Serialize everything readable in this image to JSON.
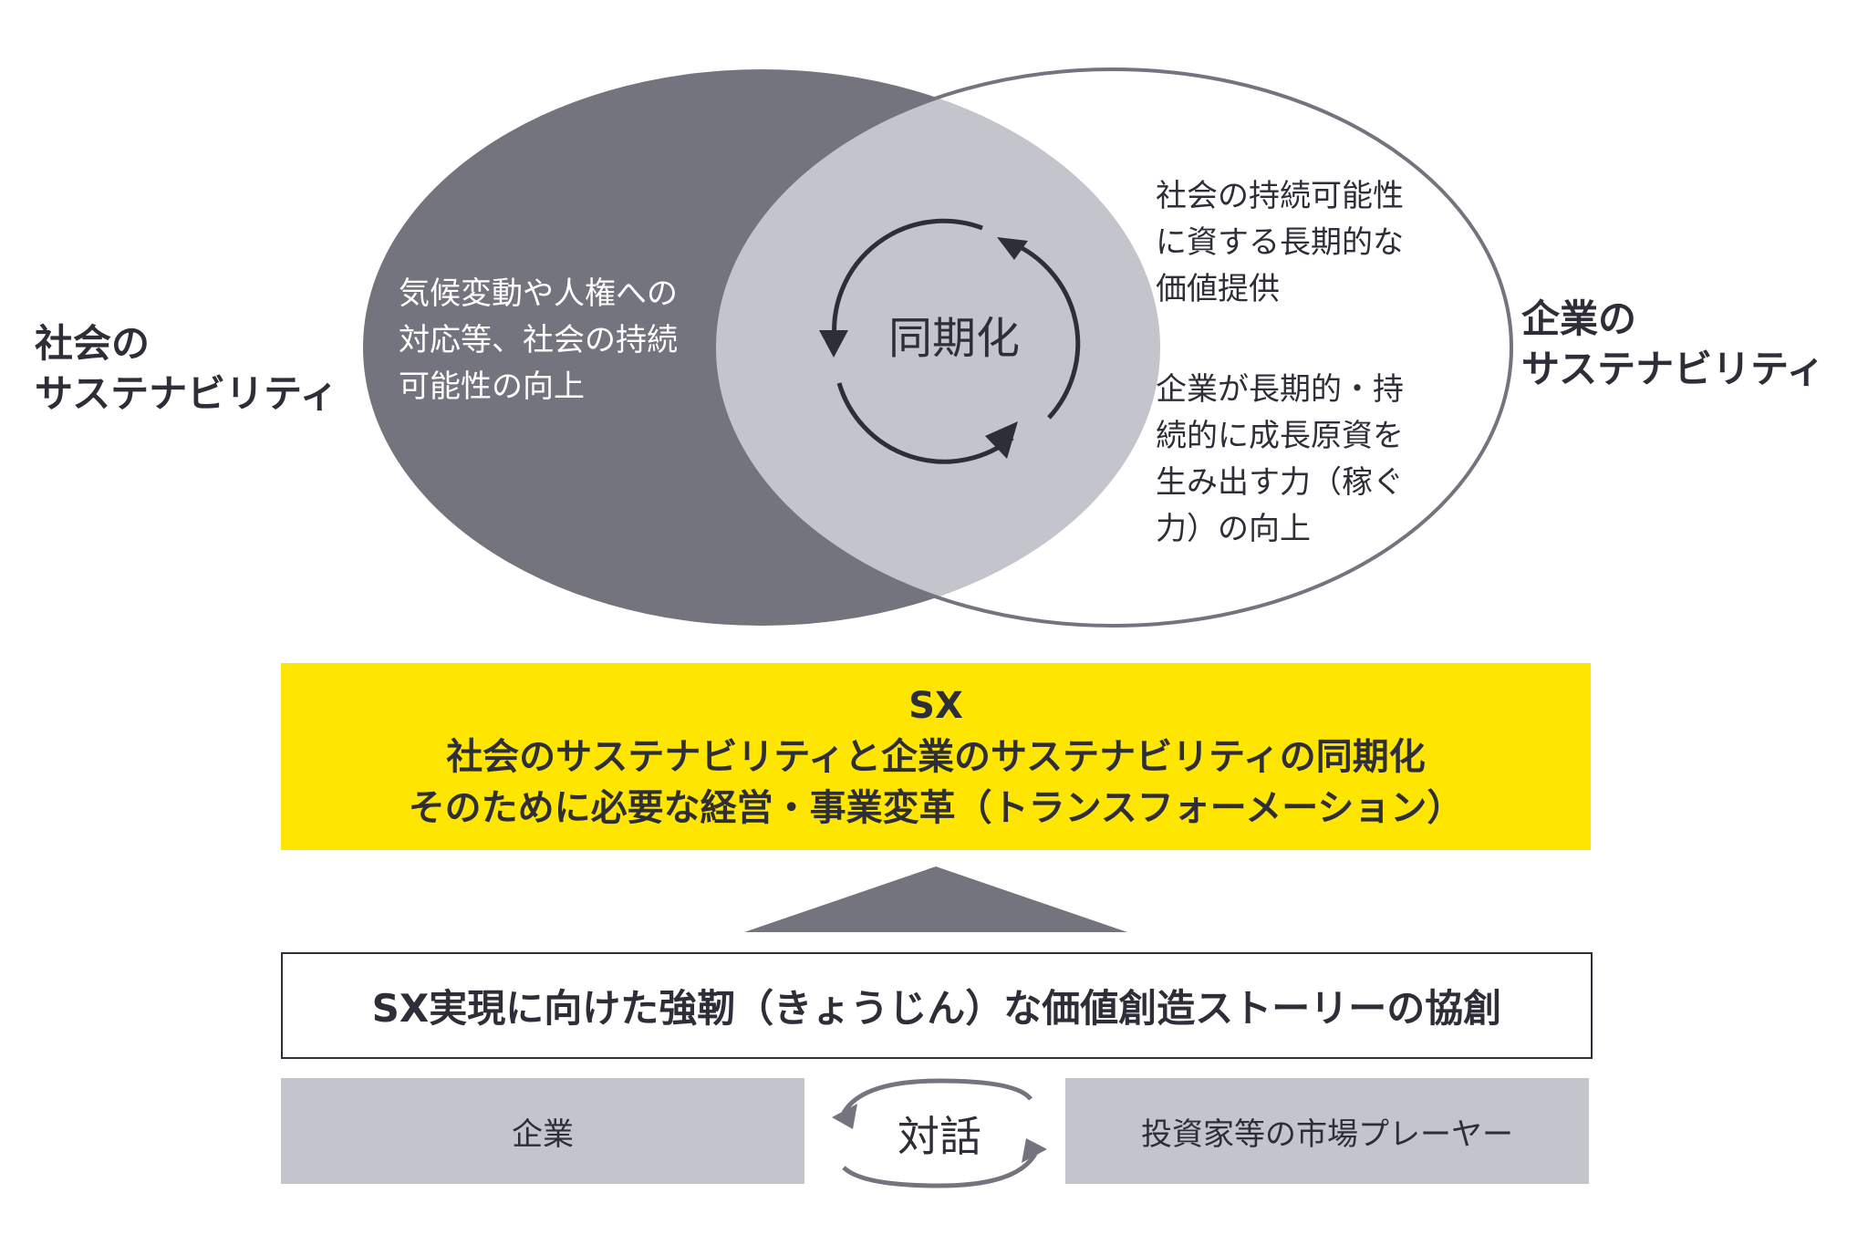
{
  "venn": {
    "left_label": [
      "社会の",
      "サステナビリティ"
    ],
    "right_label": [
      "企業の",
      "サステナビリティ"
    ],
    "left_desc": [
      "気候変動や人権への",
      "対応等、社会の持続",
      "可能性の向上"
    ],
    "right_desc_top": [
      "社会の持続可能性",
      "に資する長期的な",
      "価値提供"
    ],
    "right_desc_bottom": [
      "企業が長期的・持",
      "続的に成長原資を",
      "生み出す力（稼ぐ",
      "力）の向上"
    ],
    "center_label": "同期化",
    "colors": {
      "dark": "#74747f",
      "overlap": "#c4c4cd",
      "outline": "#74747f",
      "cycle": "#2e2e38"
    }
  },
  "banner": {
    "lines": [
      "SX",
      "社会のサステナビリティと企業のサステナビリティの同期化",
      "そのために必要な経営・事業変革（トランスフォーメーション）"
    ],
    "color": "#ffe600"
  },
  "story": {
    "text": "SX実現に向けた強靭（きょうじん）な価値創造ストーリーの協創"
  },
  "bottom": {
    "left": "企業",
    "center": "対話",
    "right": "投資家等の市場プレーヤー",
    "box_color": "#c4c4cd"
  }
}
